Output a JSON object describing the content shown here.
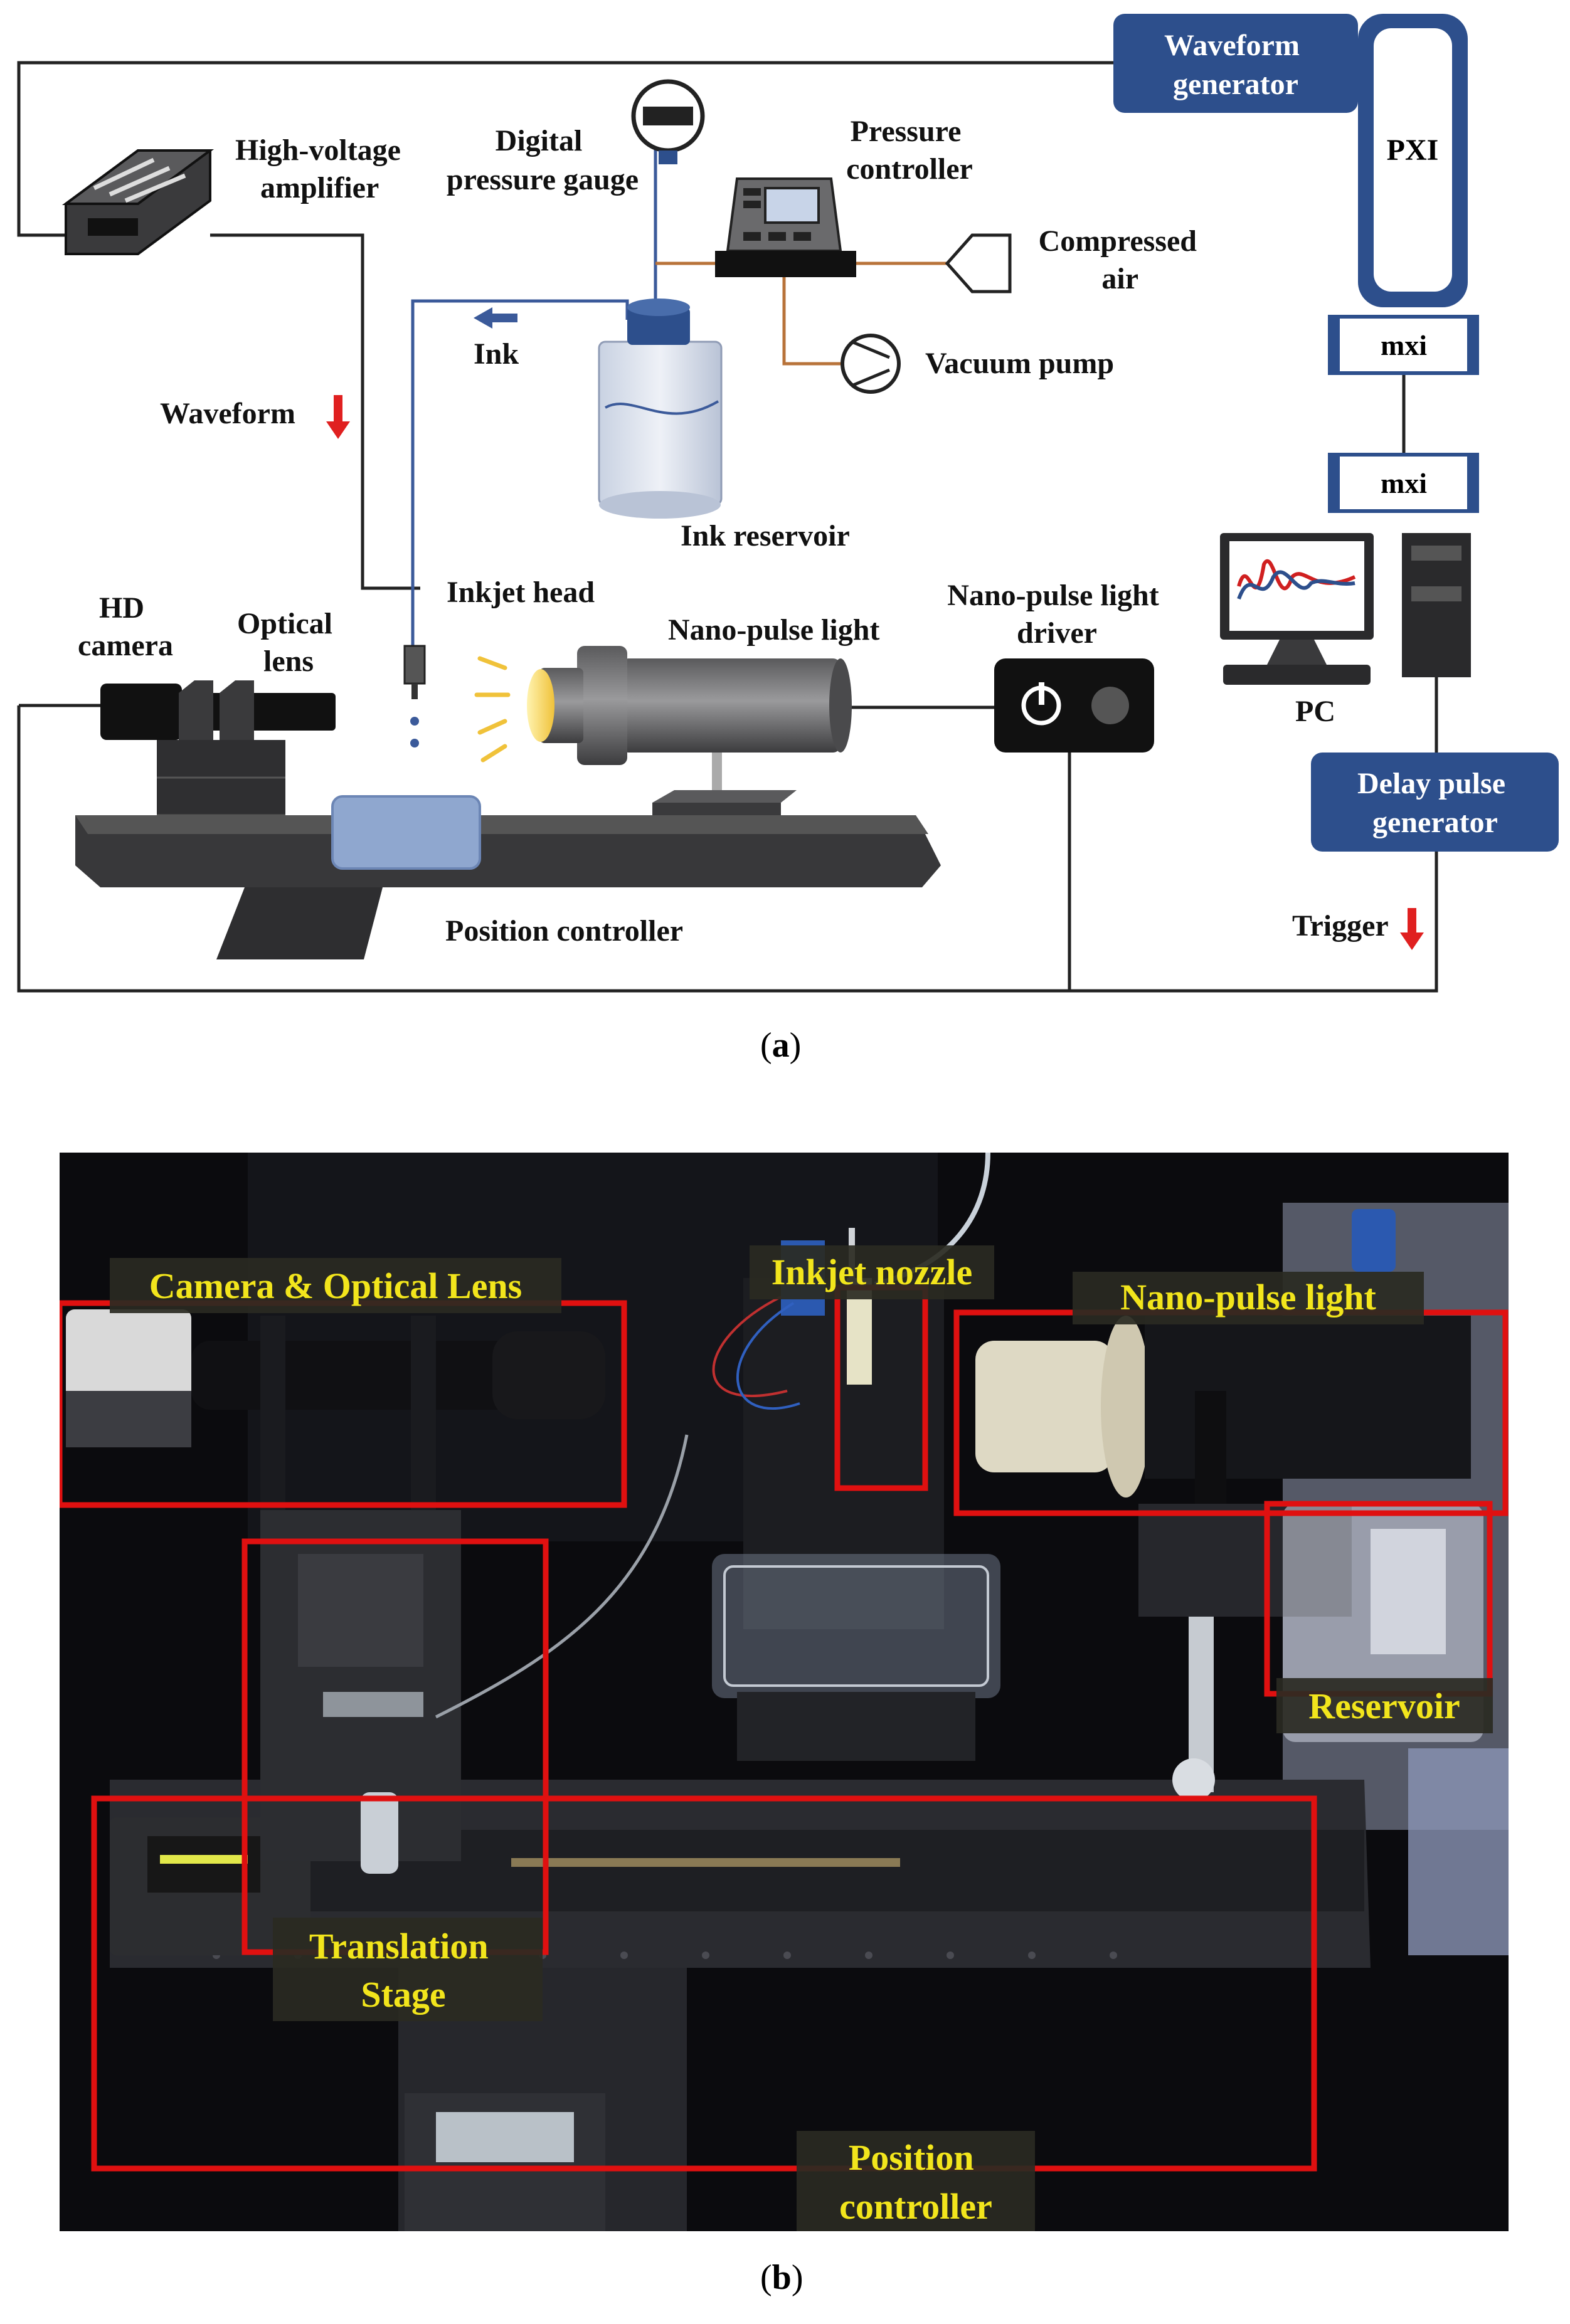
{
  "panel_a": {
    "tag": "a",
    "labels": {
      "waveform_generator": [
        "Waveform",
        "generator"
      ],
      "pxi": "PXI",
      "mxi_top": "mxi",
      "mxi_bottom": "mxi",
      "high_voltage_amplifier": [
        "High-voltage",
        "amplifier"
      ],
      "digital_pressure_gauge": [
        "Digital",
        "pressure gauge"
      ],
      "pressure_controller": [
        "Pressure",
        "controller"
      ],
      "compressed_air": [
        "Compressed",
        "air"
      ],
      "vacuum_pump": "Vacuum pump",
      "ink": "Ink",
      "waveform": "Waveform",
      "ink_reservoir": "Ink reservoir",
      "inkjet_head": "Inkjet head",
      "hd_camera": [
        "HD",
        "camera"
      ],
      "optical_lens": [
        "Optical",
        "lens"
      ],
      "nano_pulse_light": "Nano-pulse light",
      "nano_pulse_light_driver": [
        "Nano-pulse light",
        "driver"
      ],
      "pc": "PC",
      "delay_pulse_generator": [
        "Delay pulse",
        "generator"
      ],
      "trigger": "Trigger",
      "position_controller": "Position controller"
    },
    "colors": {
      "box_fill": "#2d4f8c",
      "box_text": "#ffffff",
      "ink_line": "#3b5a9a",
      "air_line": "#b8733a",
      "arrow_red": "#e02020",
      "device_dark": "#3a3a3c"
    }
  },
  "panel_b": {
    "tag": "b",
    "labels": {
      "camera_optical_lens": "Camera & Optical Lens",
      "inkjet_nozzle": "Inkjet nozzle",
      "nano_pulse_light": "Nano-pulse light",
      "reservoir": "Reservoir",
      "translation_stage": [
        "Translation",
        "Stage"
      ],
      "position_controller": [
        "Position",
        "controller"
      ]
    },
    "colors": {
      "label_text": "#f2e51c",
      "label_bg": "#2a2a22",
      "box_stroke": "#e01010"
    }
  }
}
